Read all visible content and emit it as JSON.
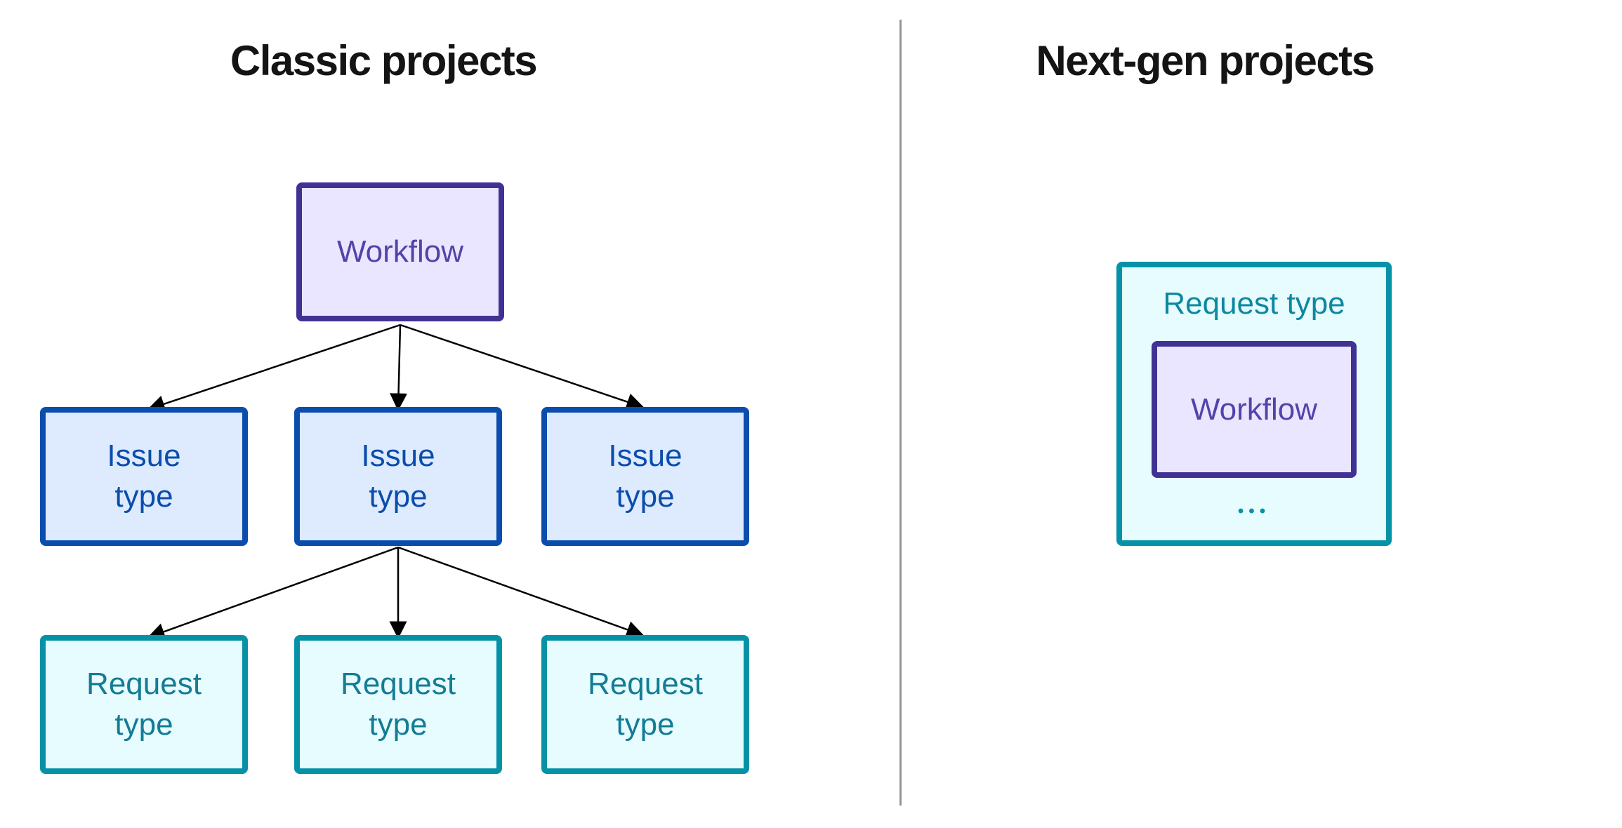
{
  "classic": {
    "title": "Classic projects",
    "workflow": {
      "label": "Workflow"
    },
    "issue_types": [
      {
        "label": "Issue\ntype"
      },
      {
        "label": "Issue\ntype"
      },
      {
        "label": "Issue\ntype"
      }
    ],
    "request_types": [
      {
        "label": "Request\ntype"
      },
      {
        "label": "Request\ntype"
      },
      {
        "label": "Request\ntype"
      }
    ]
  },
  "nextgen": {
    "title": "Next-gen projects",
    "request_type": {
      "label": "Request type",
      "workflow": {
        "label": "Workflow"
      },
      "ellipsis": "•••"
    }
  },
  "colors": {
    "purple_border": "#403294",
    "purple_fill": "#EAE6FF",
    "purple_text": "#5243AA",
    "blue_border": "#0B4DAD",
    "blue_fill": "#DEEBFF",
    "teal_border": "#0692A6",
    "teal_fill": "#E6FCFF",
    "teal_text": "#147C95",
    "arrow": "#000000",
    "divider": "#959595",
    "title_text": "#141414"
  }
}
